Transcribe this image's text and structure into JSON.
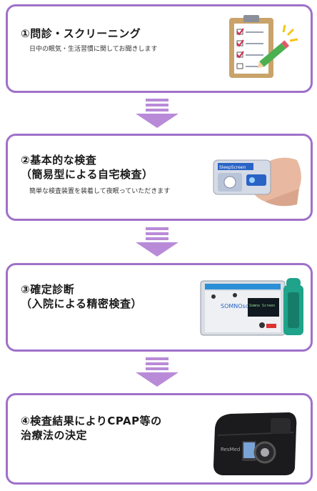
{
  "steps": [
    {
      "title": "①問診・スクリーニング",
      "desc": "日中の眠気・生活習慣に関してお聞きします"
    },
    {
      "title": "②基本的な検査\n（簡易型による自宅検査）",
      "desc": "簡単な検査装置を装着して夜眠っていただきます"
    },
    {
      "title": "③確定診断\n（入院による精密検査）",
      "desc": ""
    },
    {
      "title": "④検査結果によりCPAP等の\n治療法の決定",
      "desc": ""
    }
  ],
  "devices": {
    "home_test_label": "SleepScreen",
    "somno_label": "SOMNOscreen",
    "somno_screen_text": "Somno Screen",
    "cpap_brand": "ResMed"
  },
  "colors": {
    "frame": "#a070c8",
    "arrow": "#b98ad8",
    "clipboard": "#c9a36a"
  }
}
